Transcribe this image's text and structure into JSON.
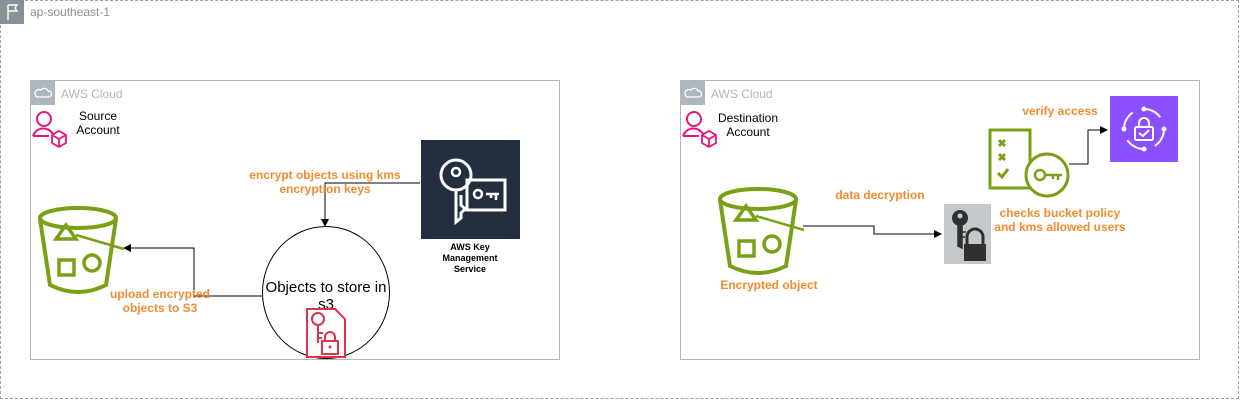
{
  "region": {
    "label": "ap-southeast-1",
    "icon": "flag-icon"
  },
  "source": {
    "cloud_label": "AWS Cloud",
    "account_label": "Source\nAccount",
    "encrypt_note": "encrypt objects using kms\nencryption keys",
    "upload_note": "upload encrypted\nobjects to S3",
    "objects_label": "Objects to store in\ns3",
    "kms_label": "AWS Key\nManagement\nService"
  },
  "destination": {
    "cloud_label": "AWS Cloud",
    "account_label": "Destination\nAccount",
    "decrypt_note": "data decryption",
    "verify_note": "verify access",
    "checks_note": "checks bucket policy\nand kms allowed users",
    "object_label": "Encrypted object"
  },
  "icons": [
    "cloud-icon",
    "account-icon",
    "s3-bucket-icon",
    "kms-key-icon",
    "encrypted-data-icon",
    "key-lock-icon",
    "checklist-key-icon",
    "iam-identity-center-icon"
  ],
  "colors": {
    "orange": "#f28b30",
    "s3_green": "#7aa116",
    "kms_dark": "#232f3e",
    "encrypt_red": "#dd344c",
    "account_pink": "#e7157b",
    "purple": "#8c4fff",
    "gray": "#879196"
  }
}
